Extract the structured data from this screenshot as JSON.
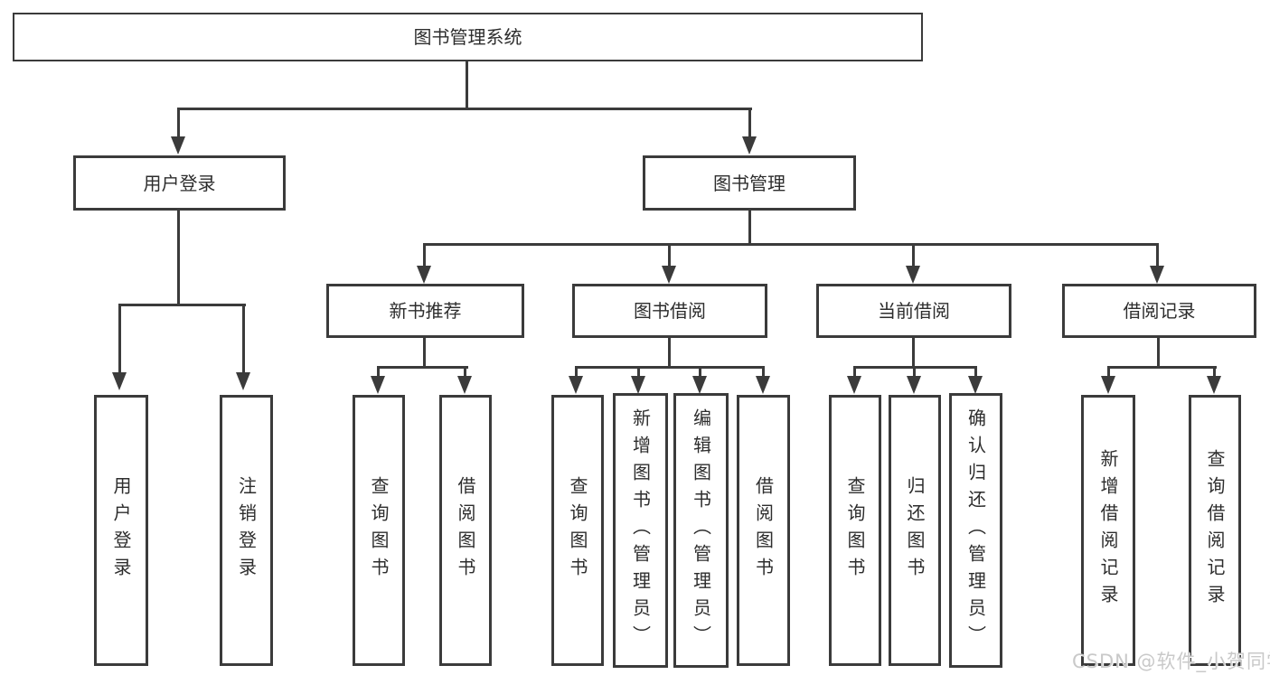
{
  "diagram": {
    "title": "图书管理系统",
    "root": {
      "label": "图书管理系统"
    },
    "level2": [
      {
        "id": "user-login",
        "label": "用户登录"
      },
      {
        "id": "book-management",
        "label": "图书管理"
      }
    ],
    "level3": [
      {
        "id": "new-book-recommend",
        "label": "新书推荐",
        "parent": "book-management"
      },
      {
        "id": "book-borrow",
        "label": "图书借阅",
        "parent": "book-management"
      },
      {
        "id": "current-borrow",
        "label": "当前借阅",
        "parent": "book-management"
      },
      {
        "id": "borrow-records",
        "label": "借阅记录",
        "parent": "book-management"
      }
    ],
    "leaves": [
      {
        "id": "user-login-leaf",
        "label": "用户登录",
        "parent": "user-login"
      },
      {
        "id": "logout",
        "label": "注销登录",
        "parent": "user-login"
      },
      {
        "id": "nb-query-books",
        "label": "查询图书",
        "parent": "new-book-recommend"
      },
      {
        "id": "nb-borrow-books",
        "label": "借阅图书",
        "parent": "new-book-recommend"
      },
      {
        "id": "bw-query-books",
        "label": "查询图书",
        "parent": "book-borrow"
      },
      {
        "id": "bw-add-books",
        "label": "新增图书（管理员）",
        "parent": "book-borrow"
      },
      {
        "id": "bw-edit-books",
        "label": "编辑图书（管理员）",
        "parent": "book-borrow"
      },
      {
        "id": "bw-borrow-books",
        "label": "借阅图书",
        "parent": "book-borrow"
      },
      {
        "id": "cu-query-books",
        "label": "查询图书",
        "parent": "current-borrow"
      },
      {
        "id": "cu-return-books",
        "label": "归还图书",
        "parent": "current-borrow"
      },
      {
        "id": "cu-confirm-return",
        "label": "确认归还（管理员）",
        "parent": "current-borrow"
      },
      {
        "id": "re-add-record",
        "label": "新增借阅记录",
        "parent": "borrow-records"
      },
      {
        "id": "re-query-record",
        "label": "查询借阅记录",
        "parent": "borrow-records"
      }
    ]
  },
  "watermark": {
    "text": "CSDN @软件_小贺同学",
    "color": "#c9c9c9"
  },
  "colors": {
    "line": "#3b3b3b",
    "text": "#2d2d2d",
    "background": "#ffffff"
  }
}
